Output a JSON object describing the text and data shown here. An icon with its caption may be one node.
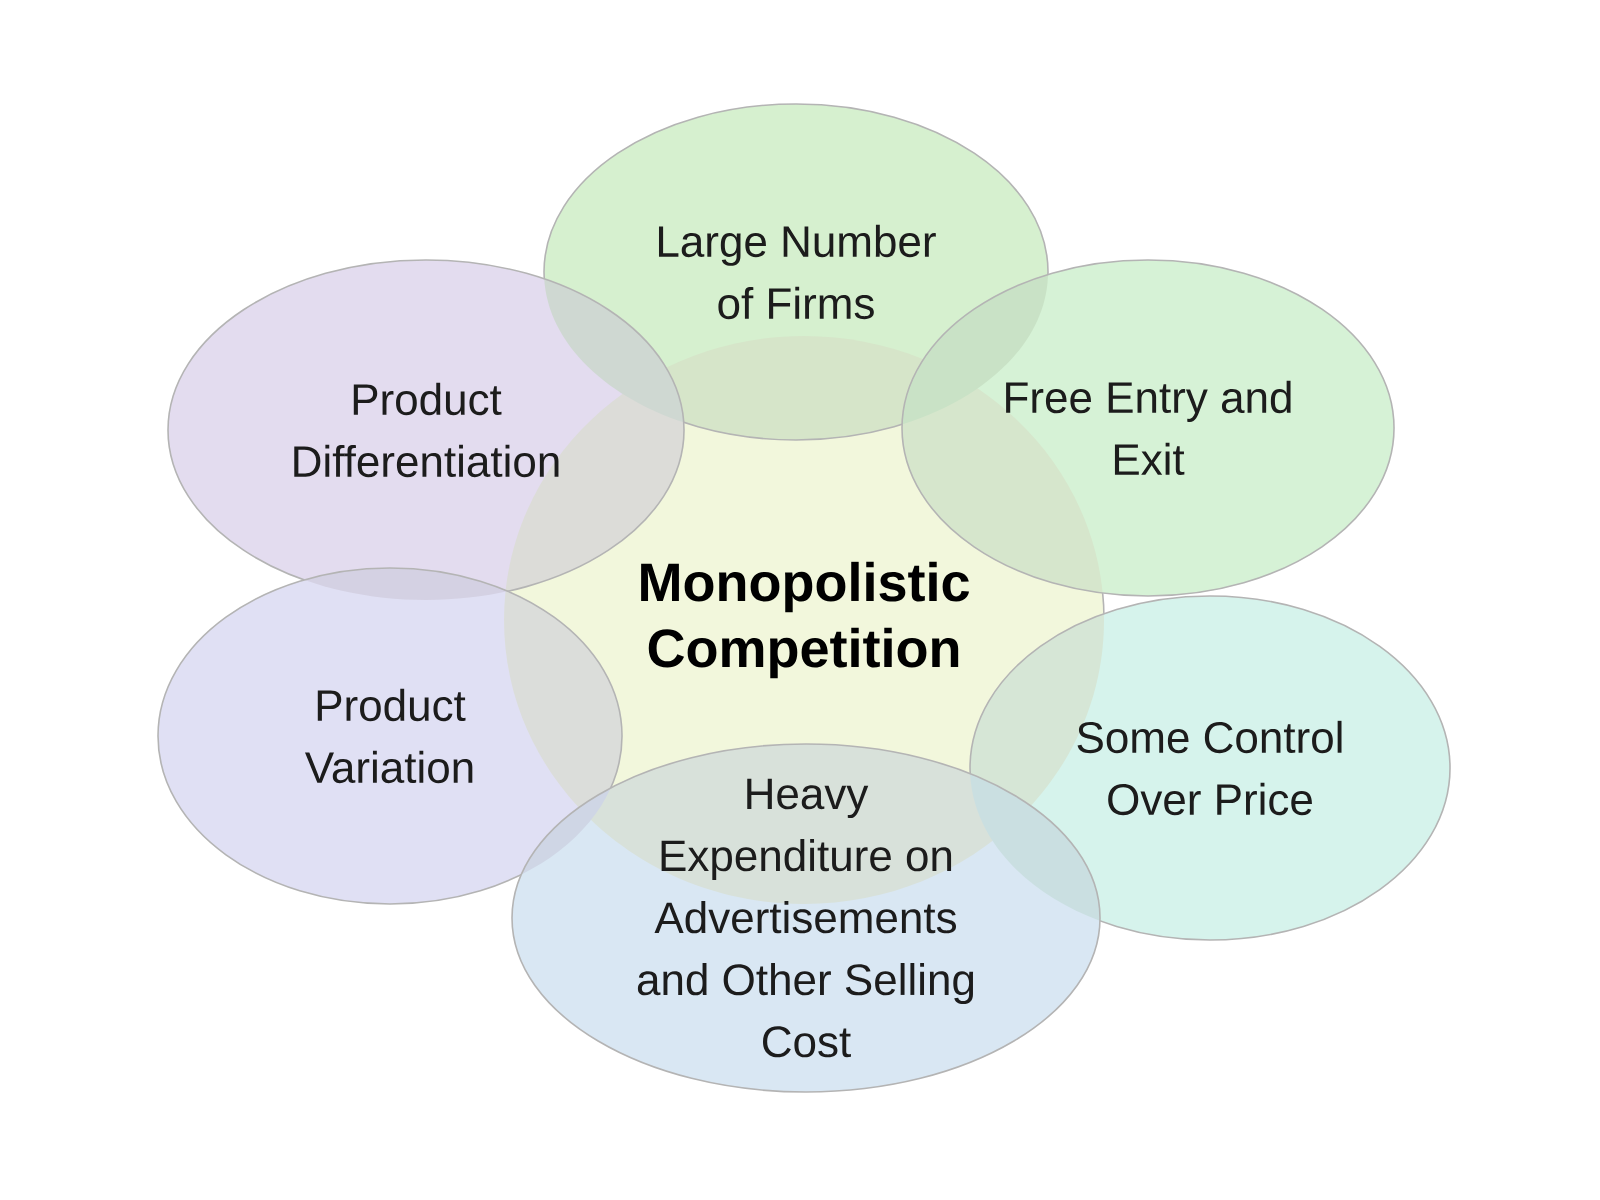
{
  "diagram": {
    "nodes": [
      {
        "text": [
          "Large Number of Firms"
        ]
      },
      {
        "text": [
          "Product Differentiation"
        ]
      },
      {
        "text": [
          "Free Entry and Exit"
        ]
      },
      {
        "text": [
          "Monopolistic Competition"
        ]
      },
      {
        "text": [
          "Product Variation"
        ]
      },
      {
        "text": [
          "Some Control Over Price"
        ]
      },
      {
        "text": [
          "Heavy Expenditure on Advertisements and Other Selling Cost"
        ]
      }
    ]
  }
}
